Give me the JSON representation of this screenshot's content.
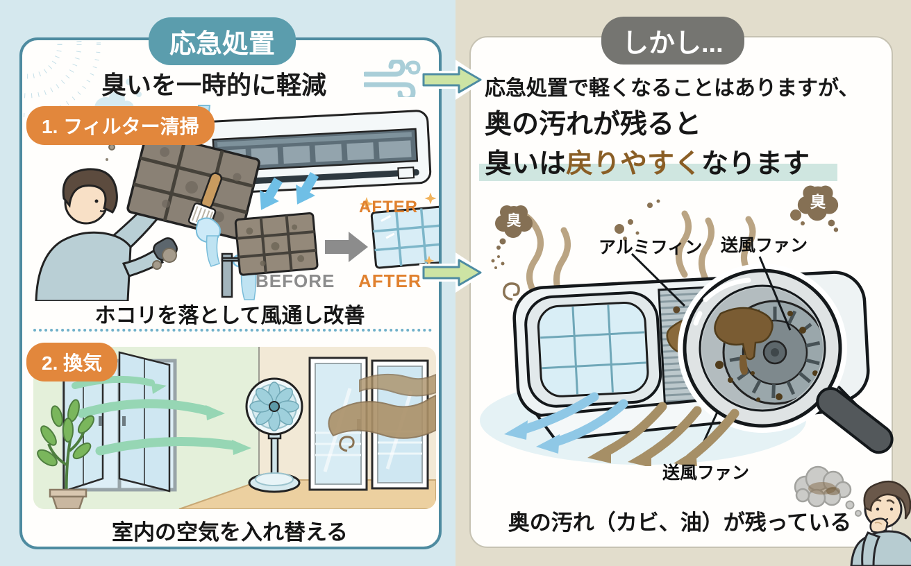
{
  "left": {
    "badge": "応急処置",
    "heading": "臭いを一時的に軽減",
    "step1_badge": "1. フィルター清掃",
    "after_top": "AFTER",
    "before_label": "BEFORE",
    "after_label": "AFTER",
    "step1_caption": "ホコリを落として風通し改善",
    "step2_badge": "2. 換気",
    "step2_caption": "室内の空気を入れ替える"
  },
  "right": {
    "badge": "しかし...",
    "line1": "応急処置で軽くなることはありますが、",
    "line2": "奥の汚れが残ると",
    "line3_pre": "臭いは",
    "line3_em": "戻りやすく",
    "line3_post": "なります",
    "smell_left": "臭",
    "smell_right": "臭",
    "label_aluminum_fin": "アルミフィン",
    "label_blower_fan_top": "送風ファン",
    "label_blower_fan_bottom": "送風ファン",
    "caption": "奥の汚れ（カビ、油）が残っている"
  },
  "colors": {
    "left_bg": "#d5e8ee",
    "right_bg": "#e2ddcc",
    "teal_badge": "#5b9dad",
    "gray_badge": "#757571",
    "orange_badge": "#e2873c",
    "card_border": "#4e8ba0",
    "highlight": "#cfe6e0",
    "emphasis_brown": "#8a5e25",
    "after_orange": "#e0812f",
    "before_gray": "#8c8c8c",
    "airflow_blue": "#6fbfe6",
    "breeze_green": "#96d6b4",
    "smoke_brown": "#b39b76",
    "connector_arrow": "#cde4a4"
  }
}
